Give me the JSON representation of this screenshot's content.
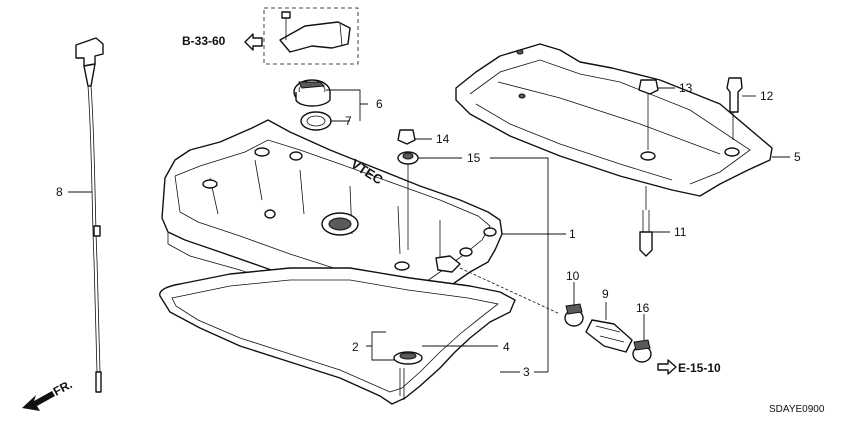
{
  "diagram": {
    "code": "SDAYE0900",
    "refs": {
      "upper": "B-33-60",
      "lower": "E-15-10",
      "front": "FR."
    },
    "callouts": [
      {
        "n": "1"
      },
      {
        "n": "2"
      },
      {
        "n": "3"
      },
      {
        "n": "4"
      },
      {
        "n": "5"
      },
      {
        "n": "6"
      },
      {
        "n": "7"
      },
      {
        "n": "8"
      },
      {
        "n": "9"
      },
      {
        "n": "10"
      },
      {
        "n": "11"
      },
      {
        "n": "12"
      },
      {
        "n": "13"
      },
      {
        "n": "14"
      },
      {
        "n": "15"
      },
      {
        "n": "16"
      }
    ],
    "embossed_text": "VTEC"
  }
}
